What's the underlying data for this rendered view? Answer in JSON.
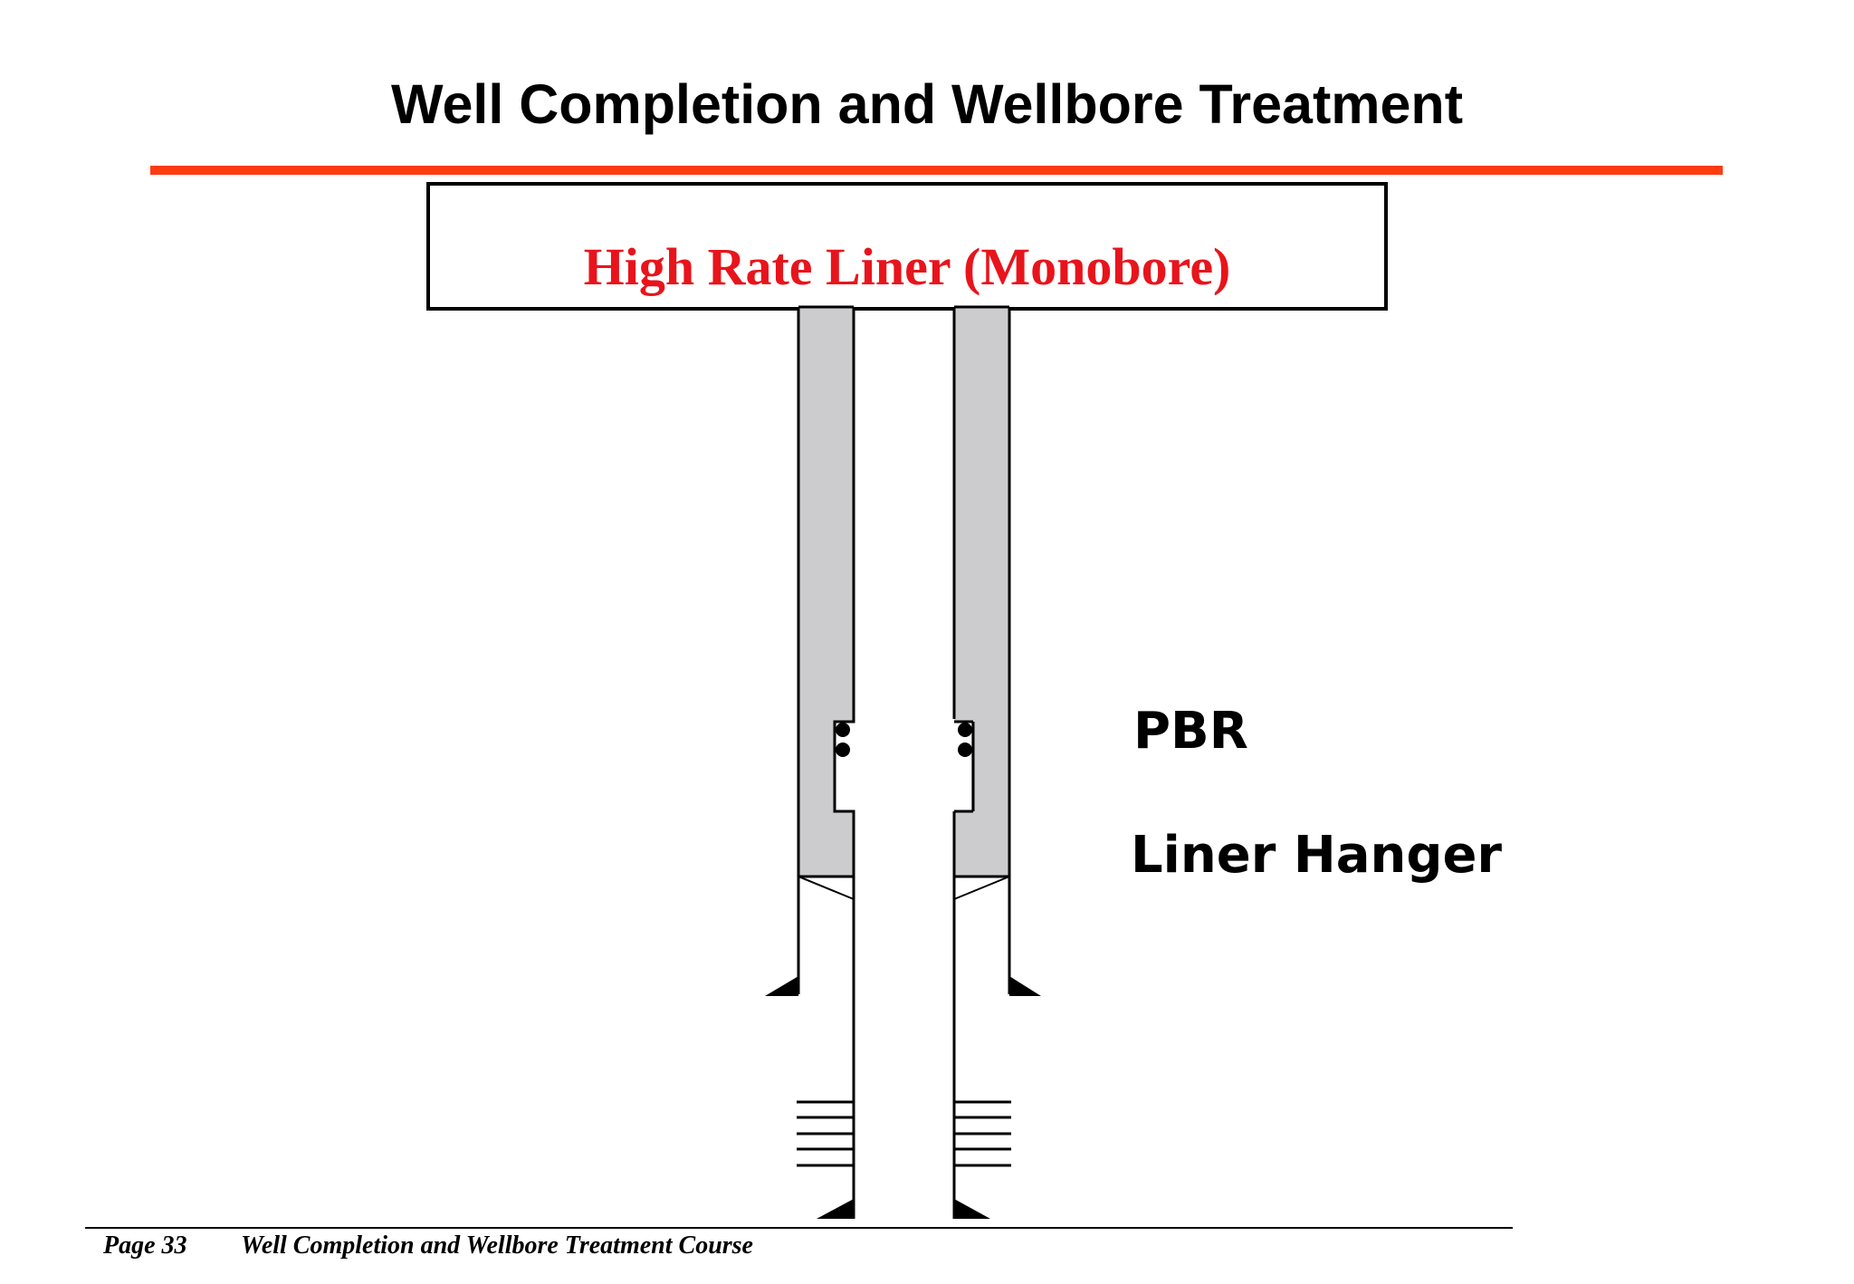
{
  "header": {
    "title": "Well Completion and Wellbore Treatment"
  },
  "diagram": {
    "box_title": "High Rate Liner (Monobore)",
    "labels": {
      "pbr": "PBR",
      "liner_hanger": "Liner Hanger"
    }
  },
  "footer": {
    "page": "Page 33",
    "course": "Well Completion and Wellbore Treatment Course"
  },
  "colors": {
    "accent_rule": "#ff3b12",
    "box_title": "#e8141c",
    "casing_fill": "#cccccf",
    "ink": "#000000"
  }
}
